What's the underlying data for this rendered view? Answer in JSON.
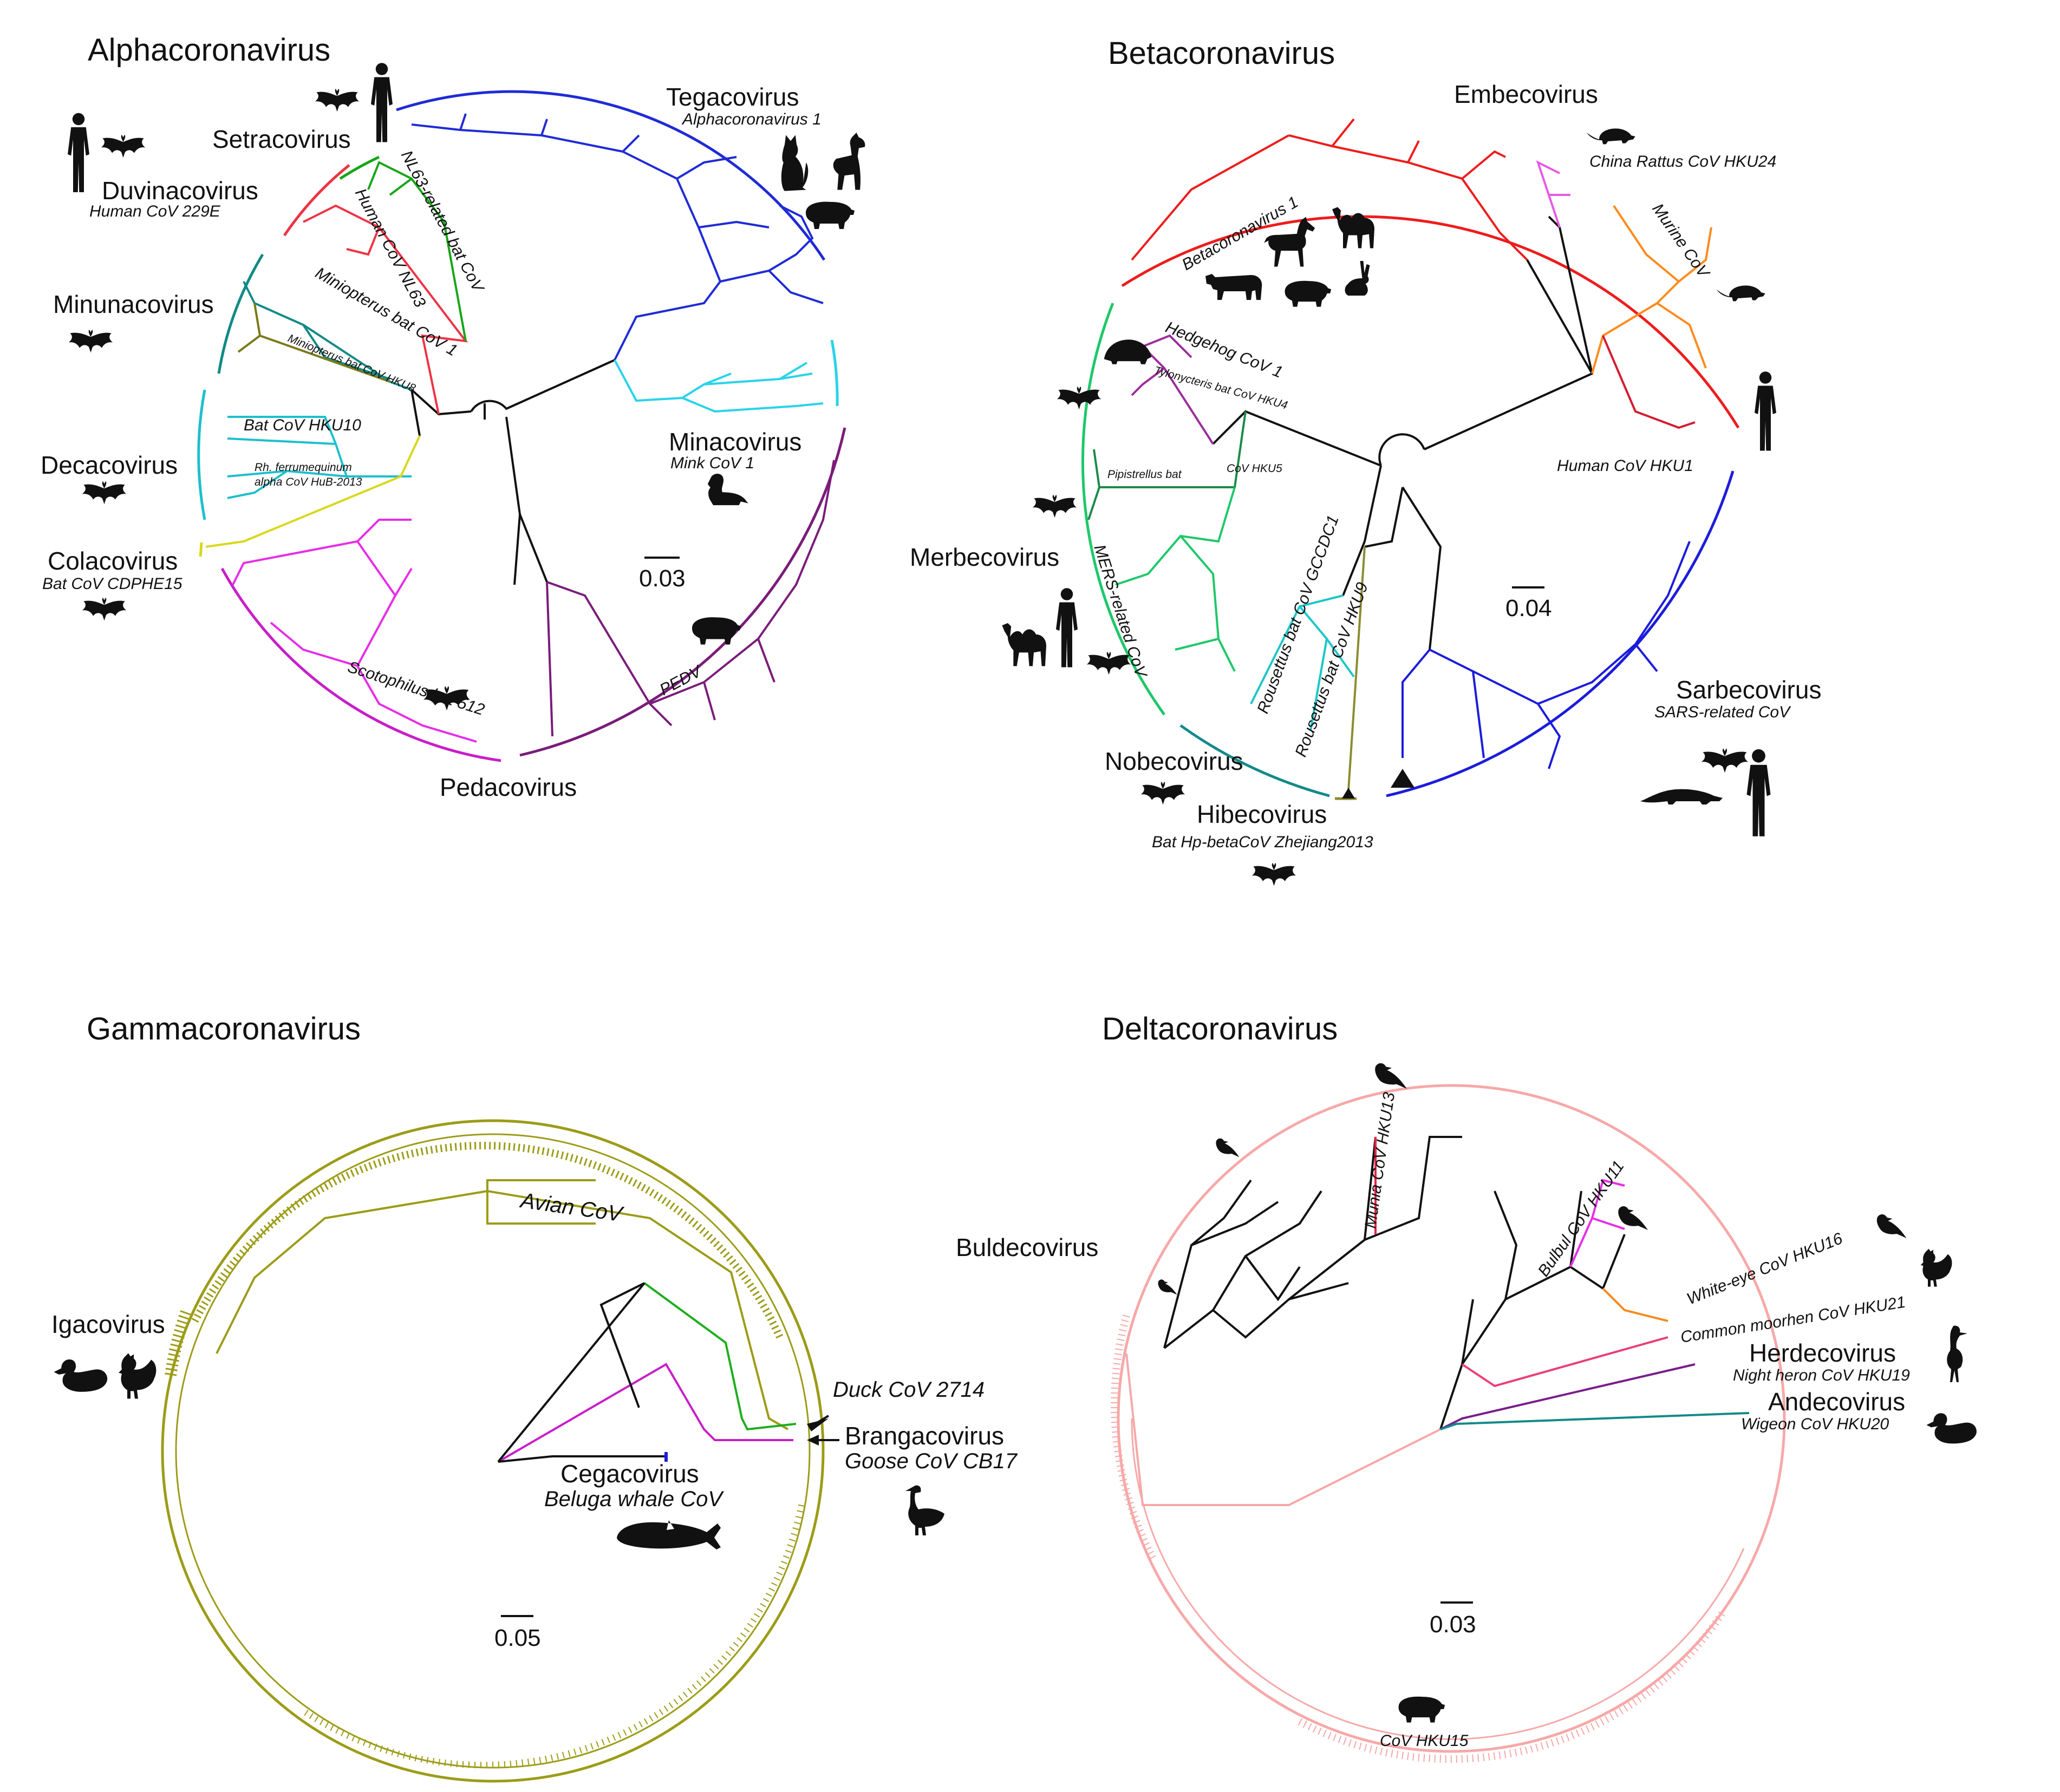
{
  "colors": {
    "tegacovirus": "#1f2bd6",
    "minacovirus": "#29d3ea",
    "pedacovirus": "#7a1c7a",
    "magenta": "#e62ee6",
    "setracovirus": "#15a615",
    "duvinacovirus": "#ee3344",
    "minunacovirus": "#0f8a86",
    "olive": "#7a7a1a",
    "decacovirus": "#1cc0cc",
    "colacovirus": "#d8d81c",
    "embecovirus": "#ee1c1c",
    "murine": "#ff8a1c",
    "hku24": "#e65ae6",
    "hku1": "#d41c30",
    "merbecovirus": "#1ec86a",
    "merbeDark": "#1c8a4a",
    "nobecovirus": "#1cc7c7",
    "hibecovirus": "#8c8c30",
    "sarbecovirus": "#1c1cdb",
    "gamma": "#9c9c18",
    "gammaGreen": "#1cae1c",
    "gammaMagenta": "#c81ec8",
    "gammaBlue": "#1c1cd8",
    "delta": "#f7a8a8",
    "deltaRed": "#e8234a",
    "deltaMagenta": "#e62ee6",
    "deltaOrange": "#f68a1c",
    "deltaPink": "#e8407a",
    "deltaPurple": "#7a1e8a",
    "deltaTeal": "#128a8a"
  },
  "alpha": {
    "title": "Alphacoronavirus",
    "setracovirus": "Setracovirus",
    "tegacovirus": "Tegacovirus",
    "tegacovirus_sub": "Alphacoronavirus 1",
    "duvinacovirus": "Duvinacovirus",
    "duvinacovirus_sub": "Human CoV 229E",
    "human_nl63": "Human CoV NL63",
    "nl63_bat": "NL63-related bat CoV",
    "minunacovirus": "Minunacovirus",
    "miniopterus1": "Miniopterus bat CoV 1",
    "miniopterus_hku8": "Miniopterus bat CoV HKU8",
    "bat_hku10": "Bat CoV HKU10",
    "rh_ferrum_1": "Rh. ferrumequinum",
    "rh_ferrum_2": "alpha CoV HuB-2013",
    "decacovirus": "Decacovirus",
    "minacovirus": "Minacovirus",
    "minacovirus_sub": "Mink CoV 1",
    "colacovirus": "Colacovirus",
    "colacovirus_sub": "Bat CoV CDPHE15",
    "scale": "0.03",
    "scotophilus": "Scotophilus bat 512",
    "pedv": "PEDV",
    "pedacovirus": "Pedacovirus"
  },
  "beta": {
    "title": "Betacoronavirus",
    "embecovirus": "Embecovirus",
    "hku24": "China Rattus CoV HKU24",
    "betacov1": "Betacoronavirus 1",
    "murine": "Murine CoV",
    "hedgehog": "Hedgehog CoV 1",
    "tylonycteris": "Tylonycteris bat CoV HKU4",
    "pipistrellus": "Pipistrellus bat",
    "hku5": "CoV HKU5",
    "hku1": "Human CoV HKU1",
    "merbecovirus": "Merbecovirus",
    "mers": "MERS-related CoV",
    "gccdc1": "Rousettus bat CoV GCCDC1",
    "hku9": "Rousettus bat CoV HKU9",
    "scale": "0.04",
    "sarbecovirus": "Sarbecovirus",
    "sarbecovirus_sub": "SARS-related CoV",
    "nobecovirus": "Nobecovirus",
    "hibecovirus": "Hibecovirus",
    "hibecovirus_sub": "Bat Hp-betaCoV Zhejiang2013"
  },
  "gamma": {
    "title": "Gammacoronavirus",
    "avian": "Avian CoV",
    "igacovirus": "Igacovirus",
    "duck": "Duck CoV 2714",
    "brangacovirus": "Brangacovirus",
    "brangacovirus_sub": "Goose CoV CB17",
    "cegacovirus": "Cegacovirus",
    "cegacovirus_sub": "Beluga whale CoV",
    "scale": "0.05"
  },
  "delta": {
    "title": "Deltacoronavirus",
    "munia": "Munia CoV HKU13",
    "buldecovirus": "Buldecovirus",
    "bulbul": "Bulbul CoV HKU11",
    "whiteeye": "White-eye CoV HKU16",
    "moorhen": "Common moorhen CoV HKU21",
    "herdecovirus": "Herdecovirus",
    "herdecovirus_sub": "Night heron CoV HKU19",
    "andecovirus": "Andecovirus",
    "andecovirus_sub": "Wigeon CoV HKU20",
    "scale": "0.03",
    "hku15": "CoV HKU15"
  }
}
